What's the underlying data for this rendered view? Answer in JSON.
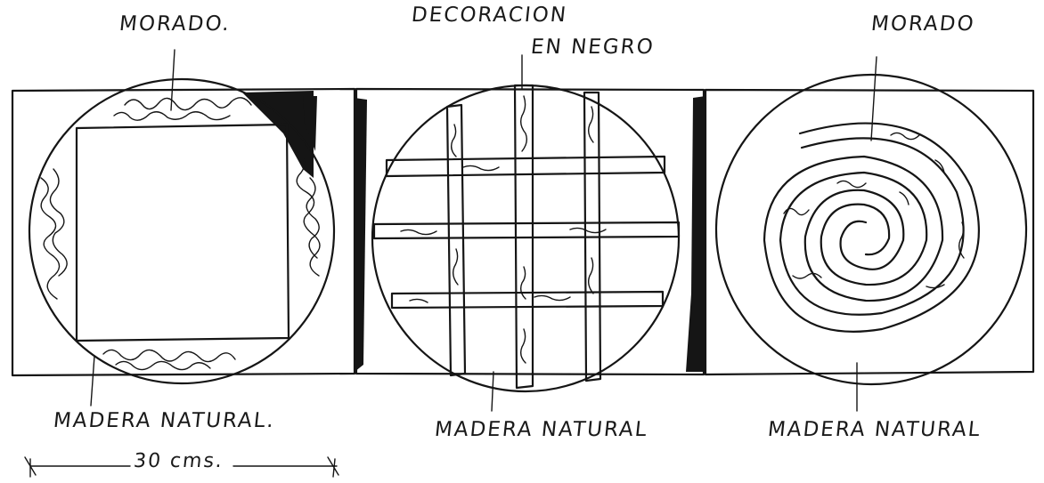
{
  "labels": {
    "morado_left": "MORADO.",
    "decoracion_line1": "DECORACION",
    "decoracion_line2": "EN NEGRO",
    "morado_right": "MORADO",
    "madera_left": "MADERA NATURAL.",
    "madera_center": "MADERA NATURAL",
    "madera_right": "MADERA NATURAL",
    "scale": "30 cms."
  },
  "colors": {
    "ink": "#151515",
    "paper": "#ffffff"
  }
}
